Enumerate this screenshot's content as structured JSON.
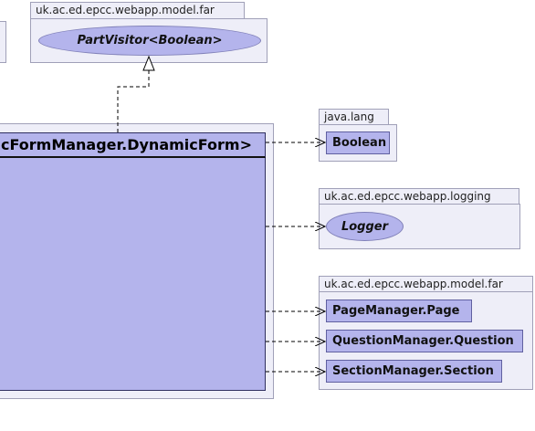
{
  "main_class": {
    "name": "micFormManager.DynamicForm>"
  },
  "interface_package": {
    "name": "uk.ac.ed.epcc.webapp.model.far",
    "interface": "PartVisitor<Boolean>"
  },
  "packages": [
    {
      "name": "java.lang",
      "items": [
        {
          "label": "Boolean",
          "kind": "class"
        }
      ]
    },
    {
      "name": "uk.ac.ed.epcc.webapp.logging",
      "items": [
        {
          "label": "Logger",
          "kind": "interface"
        }
      ]
    },
    {
      "name": "uk.ac.ed.epcc.webapp.model.far",
      "items": [
        {
          "label": "PageManager.Page",
          "kind": "class"
        },
        {
          "label": "QuestionManager.Question",
          "kind": "class"
        },
        {
          "label": "SectionManager.Section",
          "kind": "class"
        }
      ]
    }
  ],
  "colors": {
    "node_fill": "#b4b4ec",
    "package_fill": "#eeeef8",
    "package_border": "#a0a0b8"
  }
}
